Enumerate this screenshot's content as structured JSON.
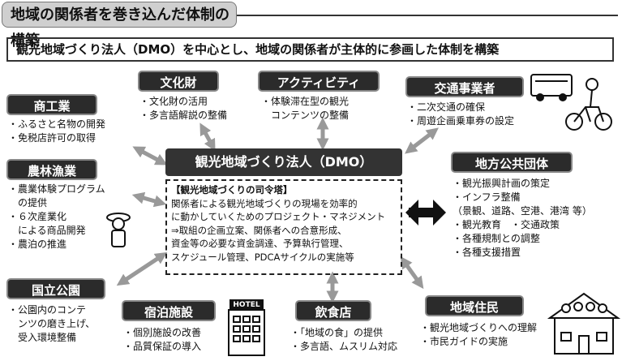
{
  "title": "地域の関係者を巻き込んだ体制の構築",
  "subtitle": "観光地域づくり法人（DMO）を中心とし、地域の関係者が主体的に参画した体制を構築",
  "dmo": {
    "title": "観光地域づくり法人（DMO）",
    "lines": [
      "【観光地域づくりの司令塔】",
      "関係者による観光地域づくりの現場を効率的",
      "に動かしていくためのプロジェクト・マネジメント",
      "⇒取組の企画立案、関係者への合意形成、",
      "資金等の必要な資金調達、予算執行管理、",
      "スケジュール管理、PDCAサイクルの実施等"
    ]
  },
  "groups": {
    "shokogyo": {
      "label": "商工業",
      "items": [
        "・ふるさと名物の開発",
        "・免税店許可の取得"
      ]
    },
    "nourin": {
      "label": "農林漁業",
      "items": [
        "・農業体験プログラム",
        "　の提供",
        "・６次産業化",
        "　による商品開発",
        "・農泊の推進"
      ]
    },
    "kokuritsu": {
      "label": "国立公園",
      "items": [
        "・公園内のコンテ",
        "　ンツの磨き上げ、",
        "　受入環境整備"
      ]
    },
    "bunkazai": {
      "label": "文化財",
      "items": [
        "・文化財の活用",
        "・多言語解説の整備"
      ]
    },
    "activity": {
      "label": "アクティビティ",
      "items": [
        "・体験滞在型の観光",
        "　コンテンツの整備"
      ]
    },
    "kotsu": {
      "label": "交通事業者",
      "items": [
        "・二次交通の確保",
        "・周遊企画乗車券の設定"
      ]
    },
    "chiho": {
      "label": "地方公共団体",
      "items": [
        "・観光振興計画の策定",
        "・インフラ整備",
        "（景観、道路、空港、港湾 等）",
        "・観光教育　・交通政策",
        "・各種規制との調整",
        "・各種支援措置"
      ]
    },
    "shukuhaku": {
      "label": "宿泊施設",
      "items": [
        "・個別施設の改善",
        "・品質保証の導入"
      ]
    },
    "inshoku": {
      "label": "飲食店",
      "items": [
        "・「地域の食」の提供",
        "・多言語、ムスリム対応"
      ]
    },
    "jumin": {
      "label": "地域住民",
      "items": [
        "・観光地域づくりへの理解",
        "・市民ガイドの実施"
      ]
    }
  },
  "hotel_sign": "HOTEL",
  "colors": {
    "label_bg": "#2b2b2b",
    "arrow": "#999999"
  }
}
